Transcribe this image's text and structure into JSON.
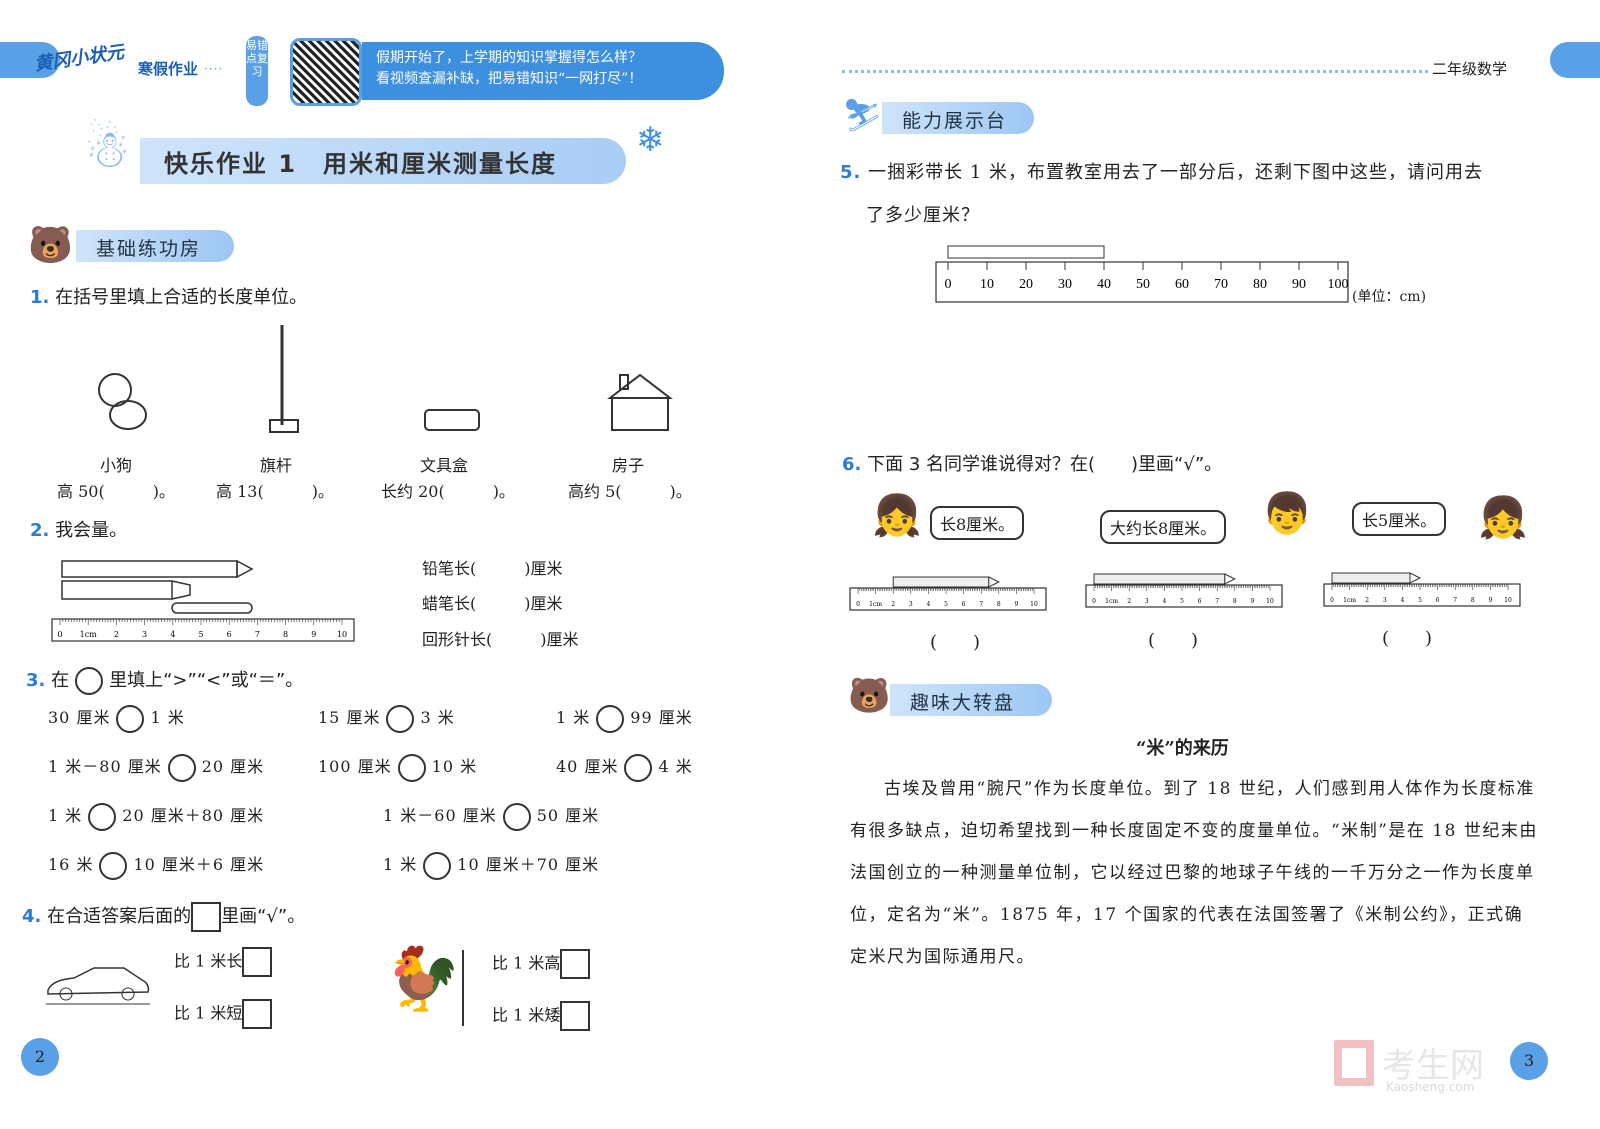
{
  "header": {
    "brand": "黄冈小状元",
    "series": "寒假作业",
    "tag": "易错点复习",
    "promo_line1": "假期开始了，上学期的知识掌握得怎么样？",
    "promo_line2": "看视频查漏补缺，把易错知识“一网打尽”！",
    "grade": "二年级数学"
  },
  "lesson_title": "快乐作业 1　用米和厘米测量长度",
  "sections": {
    "basic": "基础练功房",
    "ability": "能力展示台",
    "fun": "趣味大转盘"
  },
  "q1": {
    "num": "1.",
    "text": "在括号里填上合适的长度单位。",
    "items": [
      {
        "name": "小狗",
        "blank": "高 50(　　　)。"
      },
      {
        "name": "旗杆",
        "blank": "高 13(　　　)。"
      },
      {
        "name": "文具盒",
        "blank": "长约 20(　　　)。"
      },
      {
        "name": "房子",
        "blank": "高约 5(　　　)。"
      }
    ]
  },
  "q2": {
    "num": "2.",
    "text": "我会量。",
    "lines": [
      "铅笔长(　　　)厘米",
      "蜡笔长(　　　)厘米",
      "回形针长(　　　)厘米"
    ],
    "ruler_labels": [
      "0",
      "1cm",
      "2",
      "3",
      "4",
      "5",
      "6",
      "7",
      "8",
      "9",
      "10"
    ]
  },
  "q3": {
    "num": "3.",
    "text_a": "在",
    "text_b": "里填上“>”“<”或“＝”。",
    "rows": [
      [
        [
          "30 厘米",
          "1 米"
        ],
        [
          "15 厘米",
          "3 米"
        ],
        [
          "1 米",
          "99 厘米"
        ]
      ],
      [
        [
          "1 米－80 厘米",
          "20 厘米"
        ],
        [
          "100 厘米",
          "10 米"
        ],
        [
          "40 厘米",
          "4 米"
        ]
      ],
      [
        [
          "1 米",
          "20 厘米＋80 厘米"
        ],
        [
          "1 米－60 厘米",
          "50 厘米"
        ]
      ],
      [
        [
          "16 米",
          "10 厘米＋6 厘米"
        ],
        [
          "1 米",
          "10 厘米＋70 厘米"
        ]
      ]
    ]
  },
  "q4": {
    "num": "4.",
    "text_a": "在合适答案后面的",
    "text_b": "里画“√”。",
    "car": [
      "比 1 米长",
      "比 1 米短"
    ],
    "rooster": [
      "比 1 米高",
      "比 1 米矮"
    ]
  },
  "q5": {
    "num": "5.",
    "line1": "一捆彩带长 1 米，布置教室用去了一部分后，还剩下图中这些，请问用去",
    "line2": "了多少厘米？",
    "ruler_labels": [
      "0",
      "10",
      "20",
      "30",
      "40",
      "50",
      "60",
      "70",
      "80",
      "90",
      "100"
    ],
    "ribbon_end_cm": 40,
    "unit": "(单位：cm)"
  },
  "q6": {
    "num": "6.",
    "text": "下面 3 名同学谁说得对？在(　　)里画“√”。",
    "students": [
      {
        "says": "长8厘米。",
        "pencil_from": 2,
        "pencil_to": 8
      },
      {
        "says": "大约长8厘米。",
        "pencil_from": 0,
        "pencil_to": 8
      },
      {
        "says": "长5厘米。",
        "pencil_from": 0,
        "pencil_to": 5
      }
    ],
    "answer_blank": "(　　)"
  },
  "story": {
    "title": "“米”的来历",
    "paragraph": "古埃及曾用“腕尺”作为长度单位。到了 18 世纪，人们感到用人体作为长度标准有很多缺点，迫切希望找到一种长度固定不变的度量单位。“米制”是在 18 世纪末由法国创立的一种测量单位制，它以经过巴黎的地球子午线的一千万分之一作为长度单位，定名为“米”。1875 年，17 个国家的代表在法国签署了《米制公约》，正式确定米尺为国际通用尺。"
  },
  "pages": {
    "left": "2",
    "right": "3"
  },
  "watermark": {
    "text": "考生网",
    "sub": "Kaosheng.com"
  }
}
